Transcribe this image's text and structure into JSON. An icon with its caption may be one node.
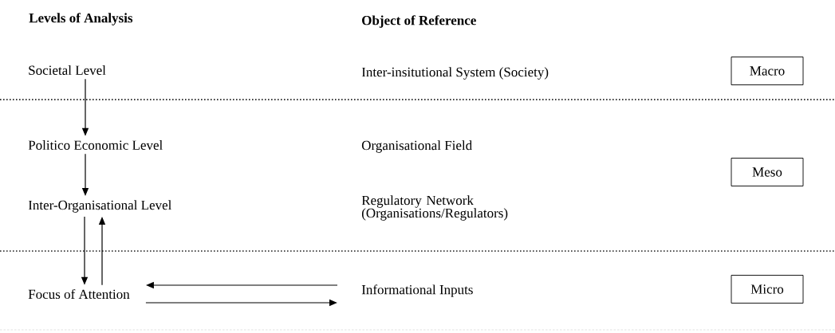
{
  "diagram": {
    "nodes": [
      {
        "text": [
          "Societal Level"
        ]
      },
      {
        "text": [
          "Politico Economic Level"
        ]
      },
      {
        "text": [
          "Inter-Organisational Level"
        ]
      },
      {
        "text": [
          "Focus of Attention"
        ]
      },
      {
        "text": [
          "Informational Inputs"
        ]
      },
      {
        "text": [
          "Macro"
        ]
      },
      {
        "text": [
          "Meso"
        ]
      },
      {
        "text": [
          "Micro"
        ]
      }
    ],
    "edges": [
      {
        "from": 0,
        "to": 1,
        "arrow": "to"
      },
      {
        "from": 1,
        "to": 2,
        "arrow": "to"
      },
      {
        "from": 2,
        "to": 3,
        "arrow": "to"
      },
      {
        "from": 3,
        "to": 2,
        "arrow": "to"
      },
      {
        "from": 4,
        "to": 3,
        "arrow": "to"
      },
      {
        "from": 3,
        "to": 4,
        "arrow": "to"
      }
    ],
    "labels": [
      "Levels of Analysis",
      "Object of Reference",
      "Inter-insitutional System (Society)",
      "Organisational Field",
      "Regulatory Network (Organisations/Regulators)"
    ]
  }
}
